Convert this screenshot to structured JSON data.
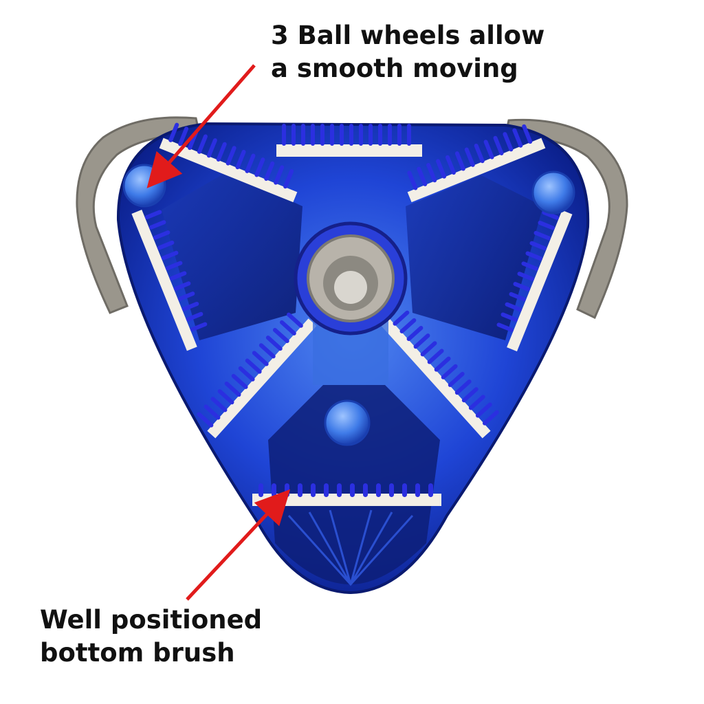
{
  "image": {
    "subject": "pool-vacuum-head-underside",
    "colors": {
      "body": "#1f45d6",
      "body_dark": "#0b1f8a",
      "body_light": "#4f86f0",
      "bristles": "#2b2fe0",
      "brush_base": "#f3efe6",
      "bumper": "#9a968c",
      "arrow": "#e11b1b",
      "text": "#111111"
    }
  },
  "callouts": [
    {
      "lines": [
        "3 Ball wheels allow",
        "a smooth moving"
      ],
      "icon": "red-arrow"
    },
    {
      "lines": [
        "Well positioned",
        "bottom brush"
      ],
      "icon": "red-arrow"
    }
  ]
}
